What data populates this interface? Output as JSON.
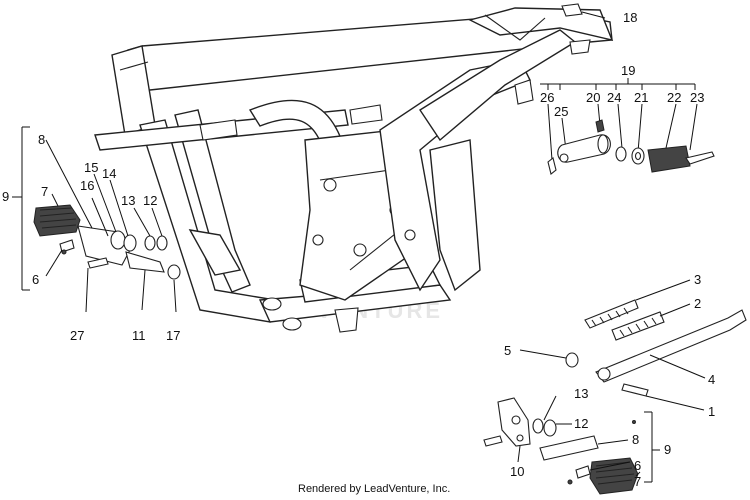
{
  "diagram": {
    "watermark": "LEADVENTURE",
    "footer": "Rendered by LeadVenture, Inc.",
    "callouts": {
      "c1": "1",
      "c2": "2",
      "c3": "3",
      "c4": "4",
      "c5": "5",
      "c6a": "6",
      "c6b": "6",
      "c7a": "7",
      "c7b": "7",
      "c8a": "8",
      "c8b": "8",
      "c9a": "9",
      "c9b": "9",
      "c10": "10",
      "c11": "11",
      "c12a": "12",
      "c12b": "12",
      "c13a": "13",
      "c13b": "13",
      "c14": "14",
      "c15": "15",
      "c16": "16",
      "c17": "17",
      "c18": "18",
      "c19": "19",
      "c20": "20",
      "c21": "21",
      "c22": "22",
      "c23": "23",
      "c24": "24",
      "c25": "25",
      "c26": "26",
      "c27": "27"
    }
  }
}
